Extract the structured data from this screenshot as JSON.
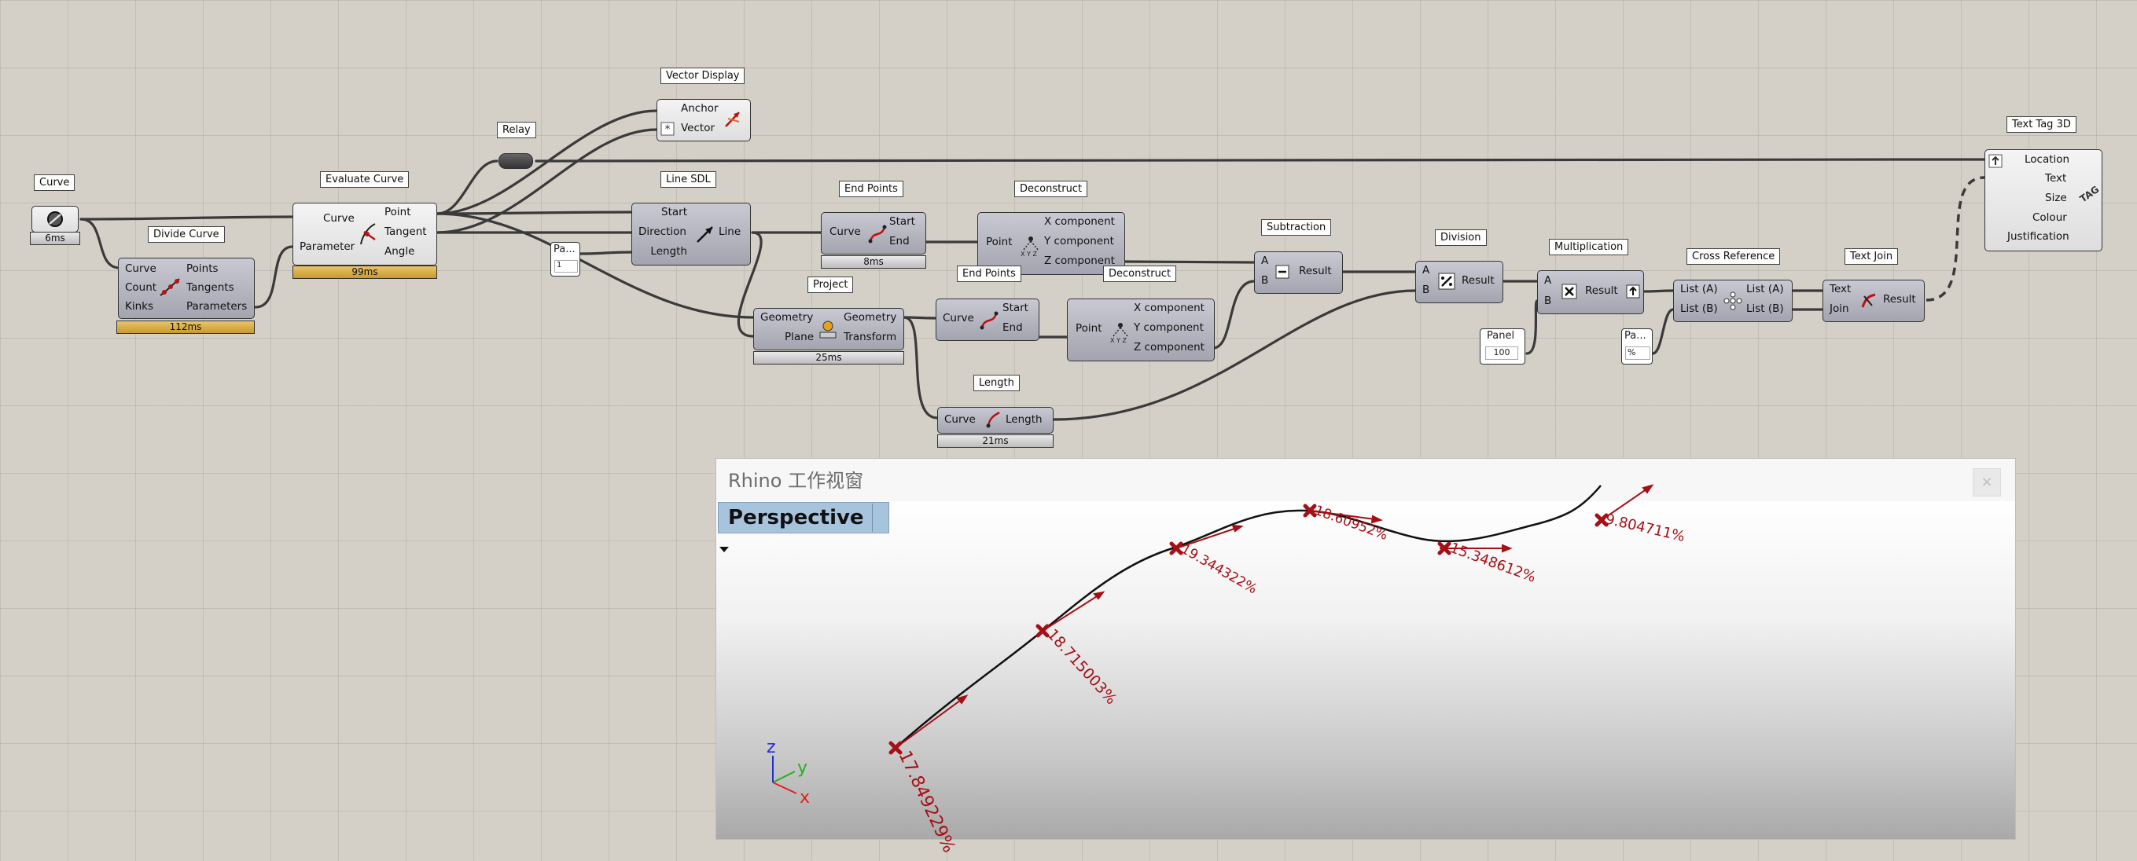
{
  "canvas": {
    "tags": {
      "curve": "Curve",
      "divide_curve": "Divide Curve",
      "evaluate_curve": "Evaluate Curve",
      "relay": "Relay",
      "vector_display": "Vector Display",
      "line_sdl": "Line SDL",
      "end_points_1": "End Points",
      "deconstruct_1": "Deconstruct",
      "project": "Project",
      "end_points_2": "End Points",
      "deconstruct_2": "Deconstruct",
      "length": "Length",
      "subtraction": "Subtraction",
      "division": "Division",
      "multiplication": "Multiplication",
      "cross_reference": "Cross Reference",
      "text_join": "Text Join",
      "text_tag_3d": "Text Tag 3D",
      "panel": "Panel"
    },
    "timings": {
      "curve": "6ms",
      "divide_curve": "112ms",
      "evaluate_curve": "99ms",
      "end_points_1": "8ms",
      "project": "25ms",
      "length": "21ms"
    },
    "pins": {
      "divide_in": [
        "Curve",
        "Count",
        "Kinks"
      ],
      "divide_out": [
        "Points",
        "Tangents",
        "Parameters"
      ],
      "eval_in": [
        "Curve",
        "Parameter"
      ],
      "eval_out": [
        "Point",
        "Tangent",
        "Angle"
      ],
      "vector_in": [
        "Anchor",
        "Vector"
      ],
      "line_in": [
        "Start",
        "Direction",
        "Length"
      ],
      "line_out": [
        "Line"
      ],
      "ep_in": [
        "Curve"
      ],
      "ep_out": [
        "Start",
        "End"
      ],
      "dec_in": [
        "Point"
      ],
      "dec_out": [
        "X component",
        "Y component",
        "Z component"
      ],
      "proj_in": [
        "Geometry",
        "Plane"
      ],
      "proj_out": [
        "Geometry",
        "Transform"
      ],
      "len_in": [
        "Curve"
      ],
      "len_out": [
        "Length"
      ],
      "op_in": [
        "A",
        "B"
      ],
      "op_out": [
        "Result"
      ],
      "xref_in": [
        "List (A)",
        "List (B)"
      ],
      "xref_out": [
        "List (A)",
        "List (B)"
      ],
      "join_in": [
        "Text",
        "Join"
      ],
      "join_out": [
        "Result"
      ],
      "tag_in": [
        "Location",
        "Text",
        "Size",
        "Colour",
        "Justification"
      ]
    },
    "params": {
      "pa_label": "Pa...",
      "pa1_value": "1",
      "panel_value": "100",
      "pa2_value": "%"
    }
  },
  "rhino": {
    "title": "Rhino 工作视窗",
    "close": "×",
    "viewport_name": "Perspective",
    "axes": {
      "x": "x",
      "y": "y",
      "z": "z"
    },
    "labels": [
      "17.849229%",
      "18.715003%",
      "19.344322%",
      "18.60952%",
      "15.348612%",
      "9.804711%"
    ]
  },
  "colors": {
    "accent": "#a50f15",
    "viewport_tab": "#a8c4dd"
  }
}
